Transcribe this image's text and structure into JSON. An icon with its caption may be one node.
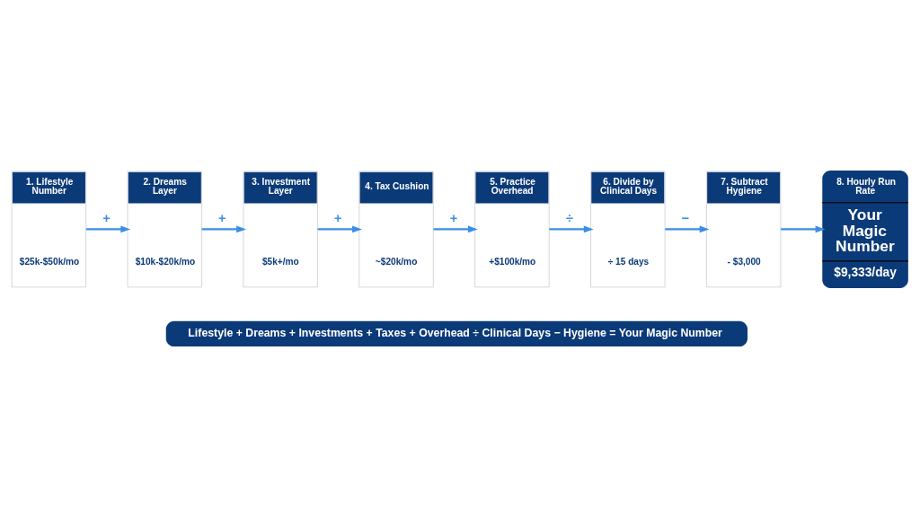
{
  "diagram": {
    "nodes": [
      {
        "text": [
          "1. Lifestyle Number",
          "$25k-$50k/mo"
        ]
      },
      {
        "text": [
          "2. Dreams Layer",
          "$10k-$20k/mo"
        ]
      },
      {
        "text": [
          "3. Investment Layer",
          "$5k+/mo"
        ]
      },
      {
        "text": [
          "4. Tax Cushion",
          "~$20k/mo"
        ]
      },
      {
        "text": [
          "5. Practice Overhead",
          "+$100k/mo"
        ]
      },
      {
        "text": [
          "6. Divide by Clinical Days",
          "÷ 15 days"
        ]
      },
      {
        "text": [
          "7. Subtract Hygiene",
          "- $3,000"
        ]
      },
      {
        "text": [
          "8. Hourly Run Rate",
          "Your Magic Number",
          "$9,333/day"
        ]
      },
      {
        "text": [
          "Lifestyle + Dreams + Investments + Taxes + Overhead ÷ Clinical Days − Hygiene = Your Magic Number"
        ]
      }
    ],
    "edges": [
      {
        "from": 0,
        "to": 1,
        "arrow": "to",
        "label": "+"
      },
      {
        "from": 1,
        "to": 2,
        "arrow": "to",
        "label": "+"
      },
      {
        "from": 2,
        "to": 3,
        "arrow": "to",
        "label": "+"
      },
      {
        "from": 3,
        "to": 4,
        "arrow": "to",
        "label": "+"
      },
      {
        "from": 4,
        "to": 5,
        "arrow": "to",
        "label": "÷"
      },
      {
        "from": 5,
        "to": 6,
        "arrow": "to",
        "label": "−"
      },
      {
        "from": 6,
        "to": 7,
        "arrow": "to"
      }
    ]
  }
}
